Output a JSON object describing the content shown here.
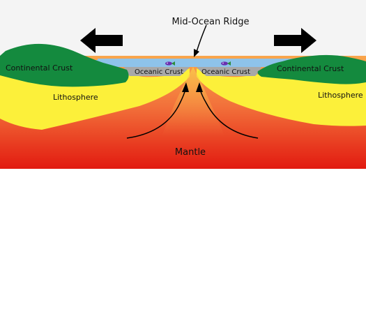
{
  "labels": {
    "ridge": "Mid-Ocean Ridge",
    "continental_crust": "Continental Crust",
    "oceanic_crust": "Oceanic Crust",
    "lithosphere": "Lithosphere",
    "mantle": "Mantle"
  },
  "colors": {
    "sky": "#f4f4f4",
    "ocean": "#8ec3ea",
    "oceanic_crust": "#a8a8a8",
    "continental_crust": "#148a3e",
    "lithosphere": "#fcf03a",
    "mantle_top": "#f9a04a",
    "mantle_bottom": "#e41b12",
    "arrow": "#000000",
    "text": "#111111"
  },
  "icons": [
    "left-arrow-icon",
    "right-arrow-icon",
    "fish-icon",
    "upwelling-arrow-icon"
  ]
}
